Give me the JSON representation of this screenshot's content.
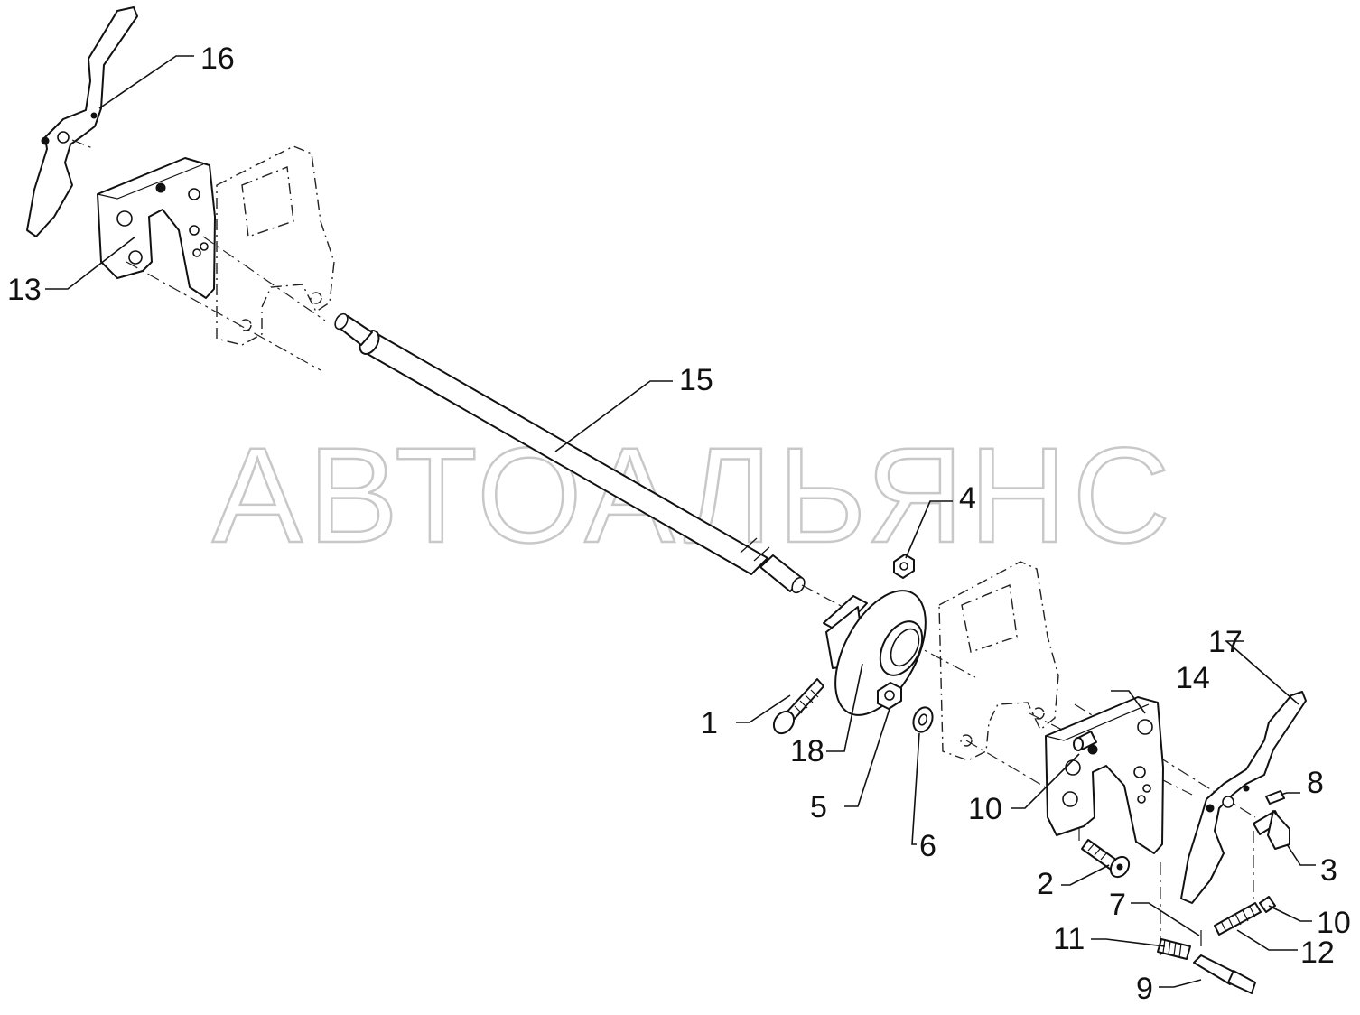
{
  "watermark": "АВТОАЛЬЯНС",
  "callouts": {
    "c1": "1",
    "c2": "2",
    "c3": "3",
    "c4": "4",
    "c5": "5",
    "c6": "6",
    "c7": "7",
    "c8": "8",
    "c9": "9",
    "c10a": "10",
    "c10b": "10",
    "c11": "11",
    "c12": "12",
    "c13": "13",
    "c14": "14",
    "c15": "15",
    "c16": "16",
    "c17": "17",
    "c18": "18"
  },
  "colors": {
    "line": "#111111",
    "watermark": "#c8c8c8",
    "background": "#ffffff"
  }
}
